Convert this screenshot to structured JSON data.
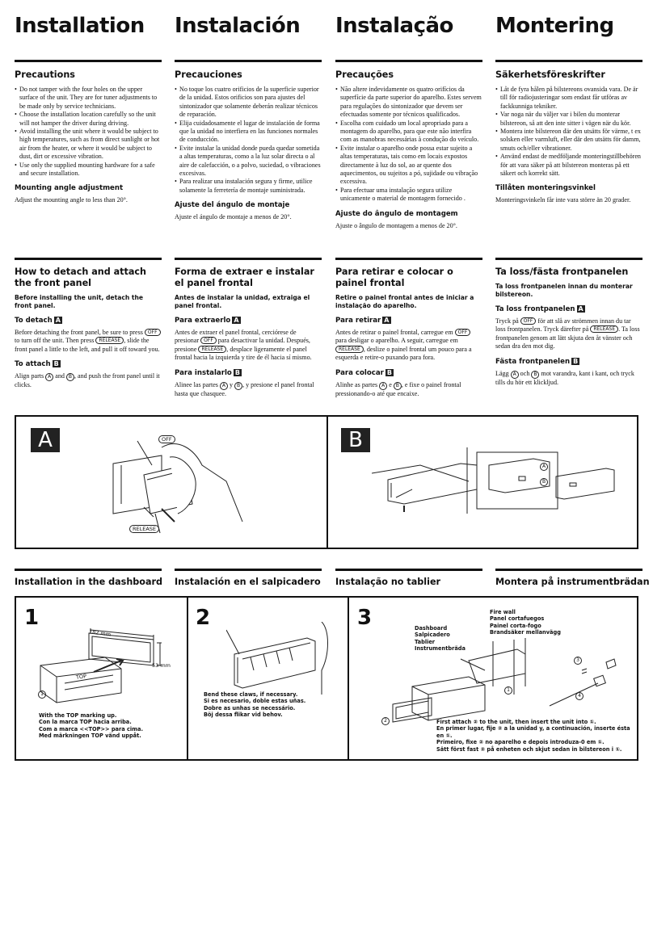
{
  "headers": [
    "Installation",
    "Instalación",
    "Instalação",
    "Montering"
  ],
  "precautions": {
    "en": {
      "title": "Precautions",
      "bullets": [
        "Do not tamper with the four holes on the upper surface of the unit. They are for tuner adjustments to be made only by service technicians.",
        "Choose the installation location carefully so the unit will not hamper the driver during driving.",
        "Avoid installing the unit where it would be subject to high temperatures, such as from direct sunlight or hot air from the heater, or where it would be subject to dust, dirt or excessive vibration.",
        "Use only the supplied mounting hardware for a safe and secure installation."
      ],
      "angle_title": "Mounting angle adjustment",
      "angle_text": "Adjust the mounting angle to less than 20°."
    },
    "es": {
      "title": "Precauciones",
      "bullets": [
        "No toque los cuatro orificios de la superficie superior de la unidad. Estos orificios son para ajustes del sintonizador que solamente deberán realizar técnicos de reparación.",
        "Elija cuidadosamente el lugar de instalación de forma que la unidad no interfiera en las funciones normales de conducción.",
        "Evite instalar la unidad donde pueda quedar sometida a altas temperaturas, como a la luz solar directa o al aire de calefacción, o a polvo, suciedad, o vibraciones excesivas.",
        "Para realizar una instalación segura y firme, utilice solamente la ferretería de montaje suministrada."
      ],
      "angle_title": "Ajuste del ángulo de montaje",
      "angle_text": "Ajuste el ángulo de montaje a menos de 20°."
    },
    "pt": {
      "title": "Precauções",
      "bullets": [
        "Não altere indevidamente os quatro orifícios da superfície da parte superior do aparelho. Estes servem para regulações do sintonizador que devem ser efectuadas somente por técnicos qualificados.",
        "Escolha com cuidado um local apropriado para a montagem do aparelho, para que este não interfira com as manobras necessárias à condução do veículo.",
        "Evite instalar o aparelho onde possa estar sujeito a altas temperaturas, tais como em locais expostos directamente à luz do sol, ao ar quente dos aquecimentos, ou sujeitos a pó, sujidade ou vibração excessiva.",
        "Para efectuar uma instalação segura utilize unicamente o material de montagem fornecido ."
      ],
      "angle_title": "Ajuste do ângulo de montagem",
      "angle_text": "Ajuste o ângulo de montagem a menos de 20°."
    },
    "sv": {
      "title": "Säkerhetsföreskrifter",
      "bullets": [
        "Låt de fyra hålen på bilstereons ovansida vara. De är till för radiojusteringar som endast får utföras av fackkunniga tekniker.",
        "Var noga när du väljer var i bilen du monterar bilstereon, så att den inte sitter i vägen när du kör.",
        "Montera inte bilstereon där den utsätts för värme, t ex solsken eller varmluft, eller där den utsätts för damm, smuts och/eller vibrationer.",
        "Använd endast de medföljande monteringstillbehören för att vara säker på att bilstereon monteras på ett säkert och korrekt sätt."
      ],
      "angle_title": "Tillåten monteringsvinkel",
      "angle_text": "Monteringsvinkeln får inte vara större än 20 grader."
    }
  },
  "panel": {
    "en": {
      "title": "How to detach and attach the front panel",
      "lead": "Before installing the unit, detach the front panel.",
      "detach_title": "To detach",
      "detach_parts": [
        "Before detaching the front panel, be sure to press ",
        " to turn off the unit. Then press ",
        ", slide the front panel a little to the left, and pull it off toward you."
      ],
      "attach_title": "To attach",
      "attach_parts": [
        "Align parts ",
        " and ",
        ", and push the front panel until it clicks."
      ]
    },
    "es": {
      "title": "Forma de extraer e instalar el panel frontal",
      "lead": "Antes de instalar la unidad, extraiga el panel frontal.",
      "detach_title": "Para extraerlo",
      "detach_parts": [
        "Antes de extraer el panel frontal, cerciórese de presionar ",
        " para desactivar la unidad. Después, presione ",
        ", desplace ligeramente el panel frontal hacia la izquierda y tire de él hacia sí mismo."
      ],
      "attach_title": "Para instalarlo",
      "attach_parts": [
        "Alinee las partes ",
        " y ",
        ", y presione el panel frontal hasta que chasquee."
      ]
    },
    "pt": {
      "title": "Para retirar e colocar o painel frontal",
      "lead": "Retire o painel frontal antes de iniciar a instalação do aparelho.",
      "detach_title": "Para retirar",
      "detach_parts": [
        "Antes de retirar o painel frontal, carregue em ",
        " para desligar o aparelho. A seguir, carregue em ",
        ", deslize o painel frontal um pouco para a esquerda e retire-o puxando para fora."
      ],
      "attach_title": "Para colocar",
      "attach_parts": [
        "Alinhe as partes ",
        " e ",
        ", e fixe o painel frontal pressionando-o até que encaixe."
      ]
    },
    "sv": {
      "title": "Ta loss/fästa frontpanelen",
      "lead": "Ta loss frontpanelen innan du monterar bilstereon.",
      "detach_title": "Ta loss frontpanelen",
      "detach_parts": [
        "Tryck på ",
        " för att slå av strömmen innan du tar loss frontpanelen. Tryck därefter på ",
        ". Ta loss frontpanelen genom att lätt skjuta den åt vänster och sedan dra den mot dig."
      ],
      "attach_title": "Fästa frontpanelen",
      "attach_parts": [
        "Lägg ",
        " och ",
        " mot varandra, kant i kant, och tryck tills du hör ett klickljud."
      ]
    }
  },
  "buttons": {
    "off": "OFF",
    "release": "RELEASE"
  },
  "parts": {
    "a": "A",
    "b": "B"
  },
  "figure_labels": {
    "a": "A",
    "b": "B",
    "off": "OFF",
    "release": "RELEASE"
  },
  "dashboard_titles": [
    "Installation in the dashboard",
    "Instalación en el salpicadero",
    "Instalação no tablier",
    "Montera på instrumentbrädan"
  ],
  "steps": [
    "1",
    "2",
    "3"
  ],
  "step1": {
    "dim_w": "182 mm",
    "dim_h": "53 mm",
    "top": "TOP",
    "num": "1",
    "caption": [
      "With the TOP marking up.",
      "Con la marca TOP hacia arriba.",
      "Com a marca <<TOP>> para cima.",
      "Med märkningen TOP vänd uppåt."
    ]
  },
  "step2": {
    "caption": [
      "Bend these claws, if necessary.",
      "Si es necesario, doble estas uñas.",
      "Dobre as unhas se necessário.",
      "Böj dessa flikar vid behov."
    ]
  },
  "step3": {
    "firewall": [
      "Fire wall",
      "Panel cortafuegos",
      "Painel corta-fogo",
      "Brandsäker mellanvägg"
    ],
    "dashboard": [
      "Dashboard",
      "Salpicadero",
      "Tablier",
      "Instrumentbräda"
    ],
    "nums": [
      "1",
      "2",
      "3",
      "4"
    ],
    "caption": [
      "First attach ② to the unit, then insert the unit into ①.",
      "En primer lugar, fije ② a la unidad y, a continuación, inserte ésta en ①.",
      "Primeiro, fixe ② no aparelho e depois introduza-0 em ①.",
      "Sätt först fast ② på enheten och skjut sedan in bilstereon i ①."
    ]
  }
}
